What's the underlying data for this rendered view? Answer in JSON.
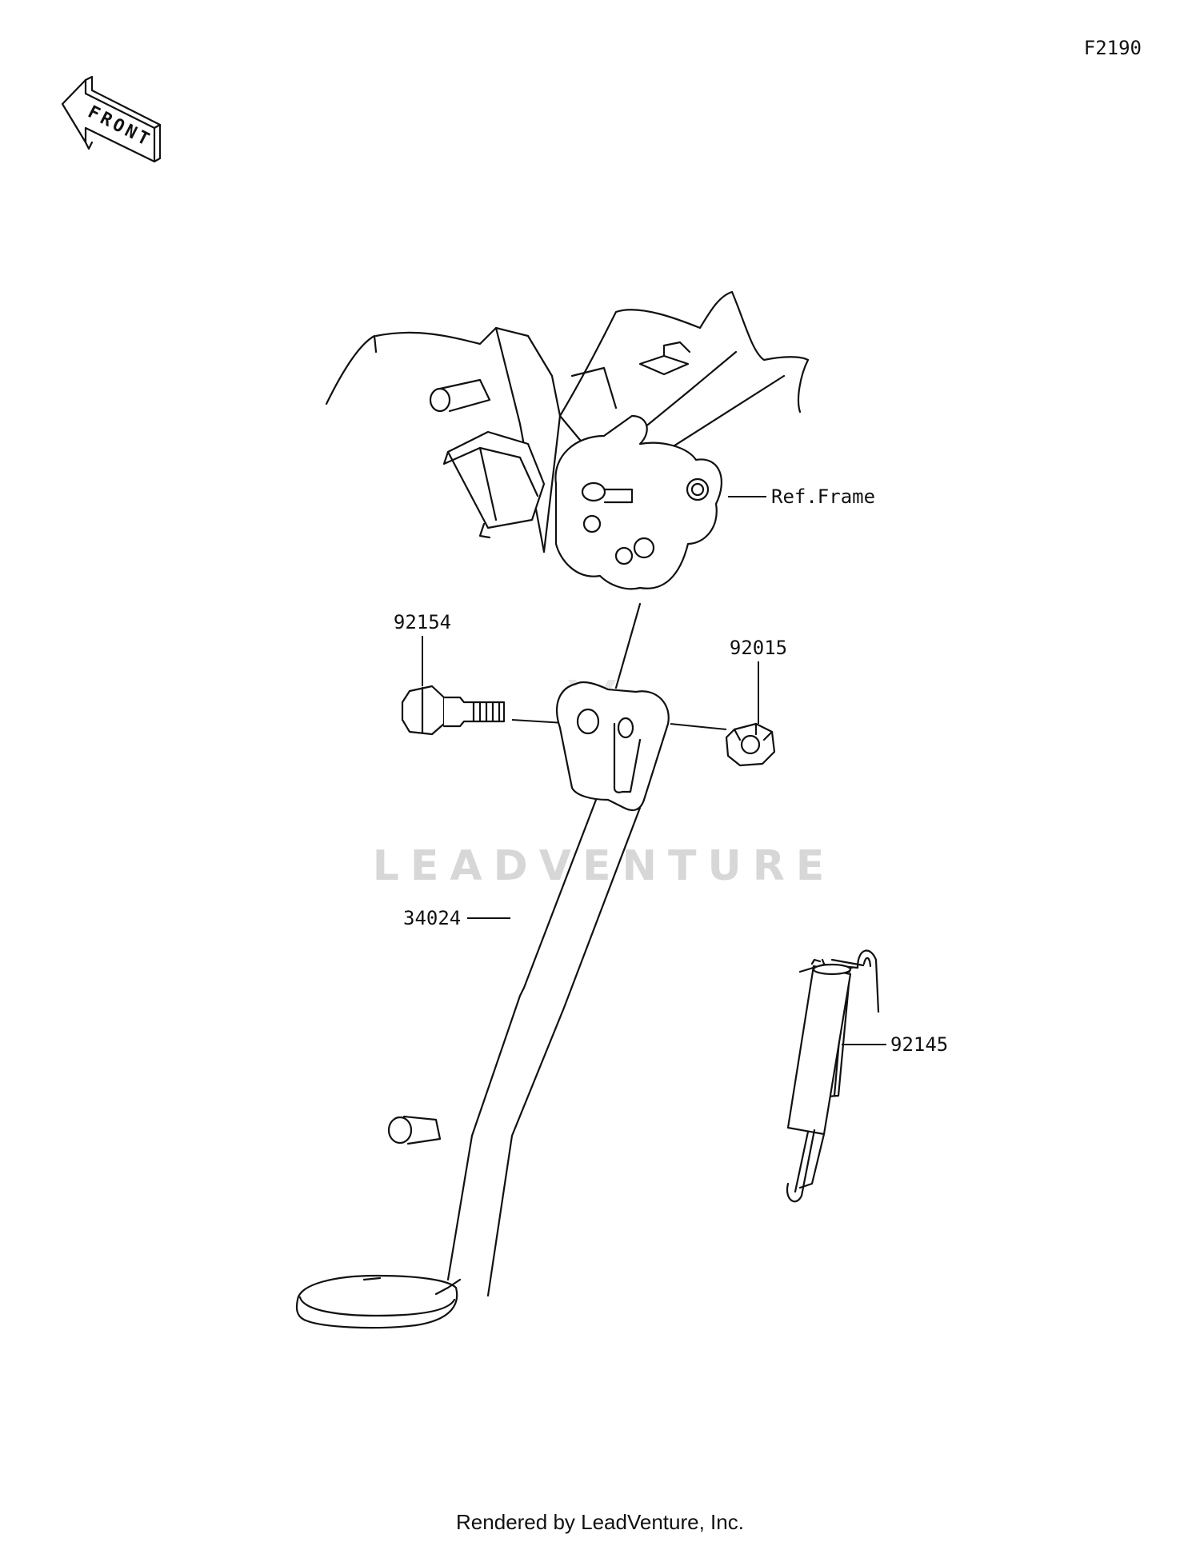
{
  "diagram_code": "F2190",
  "direction_indicator": {
    "label": "FRONT",
    "icon": "front-arrow-icon"
  },
  "reference_label": "Ref.Frame",
  "callouts": [
    {
      "part_number": "92154"
    },
    {
      "part_number": "92015"
    },
    {
      "part_number": "34024"
    },
    {
      "part_number": "92145"
    }
  ],
  "watermark": "LEADVENTURE",
  "footer": "Rendered by LeadVenture, Inc."
}
